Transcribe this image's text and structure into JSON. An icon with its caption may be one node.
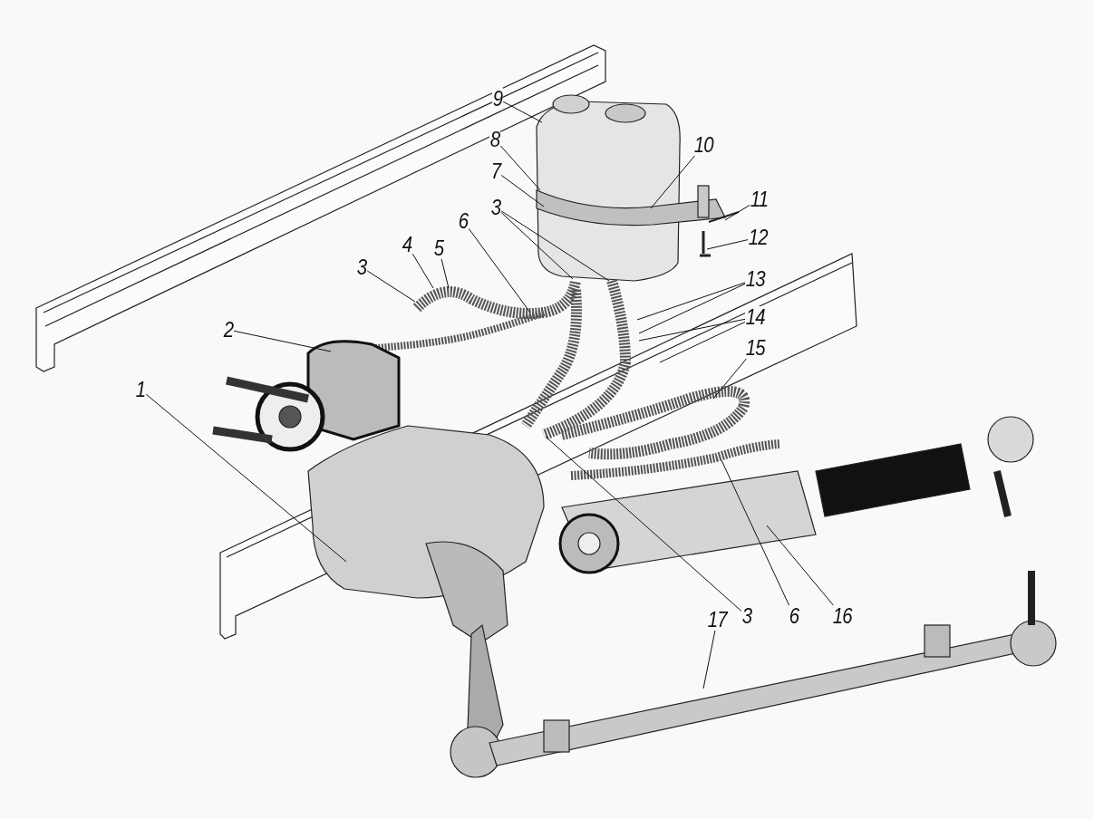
{
  "diagram": {
    "nodes": [
      {
        "text": [
          "9"
        ]
      },
      {
        "text": [
          "8"
        ]
      },
      {
        "text": [
          "7"
        ]
      },
      {
        "text": [
          "10"
        ]
      },
      {
        "text": [
          "11"
        ]
      },
      {
        "text": [
          "3"
        ]
      },
      {
        "text": [
          "6"
        ]
      },
      {
        "text": [
          "5"
        ]
      },
      {
        "text": [
          "4"
        ]
      },
      {
        "text": [
          "12"
        ]
      },
      {
        "text": [
          "3"
        ]
      },
      {
        "text": [
          "13"
        ]
      },
      {
        "text": [
          "14"
        ]
      },
      {
        "text": [
          "2"
        ]
      },
      {
        "text": [
          "15"
        ]
      },
      {
        "text": [
          "1"
        ]
      },
      {
        "text": [
          "17"
        ]
      },
      {
        "text": [
          "3"
        ]
      },
      {
        "text": [
          "6"
        ]
      },
      {
        "text": [
          "16"
        ]
      }
    ],
    "edges": [
      {
        "from": 0,
        "to": null,
        "arrow": "none"
      },
      {
        "from": 1,
        "to": null,
        "arrow": "none"
      },
      {
        "from": 2,
        "to": null,
        "arrow": "none"
      },
      {
        "from": 3,
        "to": null,
        "arrow": "none"
      },
      {
        "from": 4,
        "to": null,
        "arrow": "none"
      },
      {
        "from": 5,
        "to": null,
        "arrow": "none"
      },
      {
        "from": 5,
        "to": null,
        "arrow": "none"
      },
      {
        "from": 6,
        "to": null,
        "arrow": "none"
      },
      {
        "from": 7,
        "to": null,
        "arrow": "none"
      },
      {
        "from": 8,
        "to": null,
        "arrow": "none"
      },
      {
        "from": 9,
        "to": null,
        "arrow": "none"
      },
      {
        "from": 10,
        "to": null,
        "arrow": "none"
      },
      {
        "from": 11,
        "to": null,
        "arrow": "none"
      },
      {
        "from": 11,
        "to": null,
        "arrow": "none"
      },
      {
        "from": 12,
        "to": null,
        "arrow": "none"
      },
      {
        "from": 12,
        "to": null,
        "arrow": "none"
      },
      {
        "from": 13,
        "to": null,
        "arrow": "none"
      },
      {
        "from": 14,
        "to": null,
        "arrow": "none"
      },
      {
        "from": 15,
        "to": null,
        "arrow": "none"
      },
      {
        "from": 16,
        "to": null,
        "arrow": "none"
      },
      {
        "from": 17,
        "to": null,
        "arrow": "none"
      },
      {
        "from": 18,
        "to": null,
        "arrow": "none"
      },
      {
        "from": 19,
        "to": null,
        "arrow": "none"
      }
    ]
  }
}
